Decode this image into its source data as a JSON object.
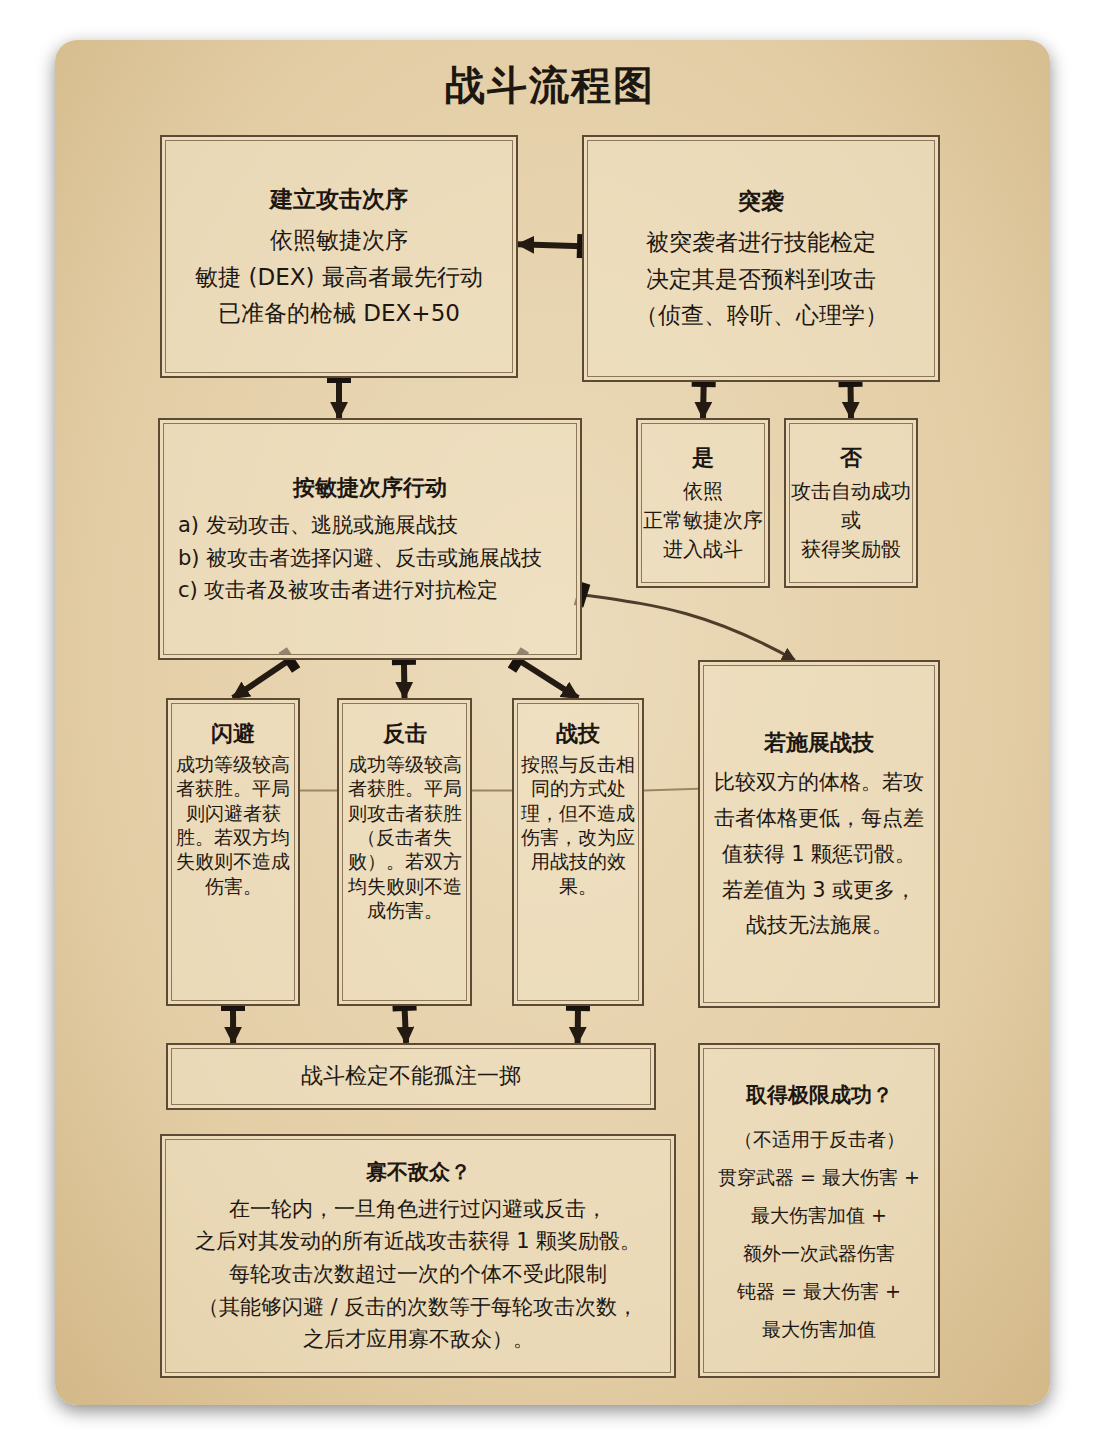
{
  "diagram": {
    "title": "战斗流程图",
    "nodes": [
      {
        "text": [
          "建立攻击次序",
          "依照敏捷次序",
          "敏捷 (DEX) 最高者最先行动",
          "已准备的枪械 DEX+50"
        ]
      },
      {
        "text": [
          "突袭",
          "被突袭者进行技能检定",
          "决定其是否预料到攻击",
          "（侦查、聆听、心理学）"
        ]
      },
      {
        "text": [
          "是",
          "依照 正常敏捷次序 进入战斗"
        ]
      },
      {
        "text": [
          "否",
          "攻击自动成功 或 获得奖励骰"
        ]
      },
      {
        "text": [
          "按敏捷次序行动",
          "a) 发动攻击、逃脱或施展战技",
          "b) 被攻击者选择闪避、反击或施展战技",
          "c) 攻击者及被攻击者进行对抗检定"
        ]
      },
      {
        "text": [
          "闪避",
          "成功等级较高者获胜。平局则闪避者获胜。若双方均失败则不造成伤害。"
        ]
      },
      {
        "text": [
          "反击",
          "成功等级较高者获胜。平局则攻击者获胜（反击者失败）。若双方均失败则不造成伤害。"
        ]
      },
      {
        "text": [
          "战技",
          "按照与反击相同的方式处理，但不造成伤害，改为应用战技的效果。"
        ]
      },
      {
        "text": [
          "若施展战技",
          "比较双方的体格。若攻击者体格更低，每点差值获得 1 颗惩罚骰。若差值为 3 或更多，战技无法施展。"
        ]
      },
      {
        "text": [
          "战斗检定不能孤注一掷"
        ]
      },
      {
        "text": [
          "寡不敌众？",
          "在一轮内，一旦角色进行过闪避或反击，",
          "之后对其发动的所有近战攻击获得 1 颗奖励骰。",
          "每轮攻击次数超过一次的个体不受此限制",
          "（其能够闪避 / 反击的次数等于每轮攻击次数，",
          "之后才应用寡不敌众）。"
        ]
      },
      {
        "text": [
          "取得极限成功？",
          "（不适用于反击者）",
          "贯穿武器 = 最大伤害 +",
          "最大伤害加值 +",
          "额外一次武器伤害",
          "钝器 = 最大伤害 +",
          "最大伤害加值"
        ]
      }
    ],
    "edges": [
      {
        "from": 1,
        "to": 0,
        "arrow": "to"
      },
      {
        "from": 0,
        "to": 4,
        "arrow": "to"
      },
      {
        "from": 1,
        "to": 2,
        "arrow": "to"
      },
      {
        "from": 1,
        "to": 3,
        "arrow": "to"
      },
      {
        "from": 4,
        "to": 5,
        "arrow": "to"
      },
      {
        "from": 4,
        "to": 6,
        "arrow": "to"
      },
      {
        "from": 4,
        "to": 7,
        "arrow": "to"
      },
      {
        "from": 4,
        "to": 8,
        "arrow": "to"
      },
      {
        "from": 5,
        "to": 9,
        "arrow": "to"
      },
      {
        "from": 6,
        "to": 9,
        "arrow": "to"
      },
      {
        "from": 7,
        "to": 9,
        "arrow": "to"
      },
      {
        "from": 5,
        "to": 6,
        "arrow": "none"
      },
      {
        "from": 6,
        "to": 7,
        "arrow": "none"
      },
      {
        "from": 7,
        "to": 8,
        "arrow": "none"
      }
    ]
  }
}
